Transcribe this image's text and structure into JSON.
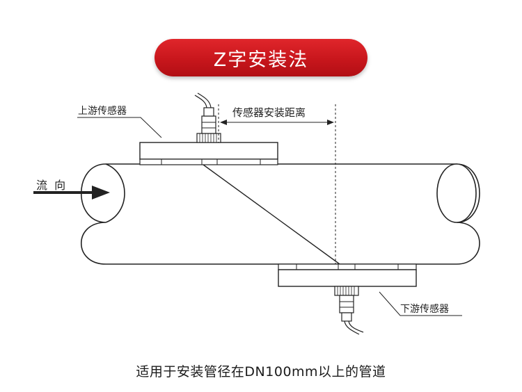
{
  "title": "Z字安装法",
  "labels": {
    "upstream_sensor": "上游传感器",
    "downstream_sensor": "下游传感器",
    "sensor_distance": "传感器安装距离",
    "flow_direction": "流  向"
  },
  "caption": "适用于安装管径在DN100mm以上的管道",
  "colors": {
    "accent": "#c8161c",
    "line": "#222222"
  }
}
